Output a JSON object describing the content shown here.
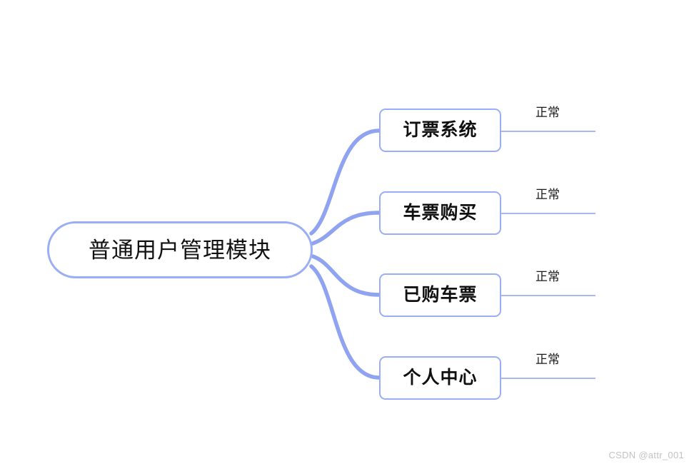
{
  "diagram": {
    "type": "mind-map",
    "background_color": "#ffffff",
    "accent_color": "#9aaef5",
    "connector_color": "#8fa3f0",
    "status_line_color": "#a8b8f2",
    "text_color": "#111111",
    "root": {
      "label": "普通用户管理模块"
    },
    "branches": [
      {
        "label": "订票系统",
        "status": "正常"
      },
      {
        "label": "车票购买",
        "status": "正常"
      },
      {
        "label": "已购车票",
        "status": "正常"
      },
      {
        "label": "个人中心",
        "status": "正常"
      }
    ]
  },
  "watermark": {
    "text": "CSDN @attr_001"
  }
}
